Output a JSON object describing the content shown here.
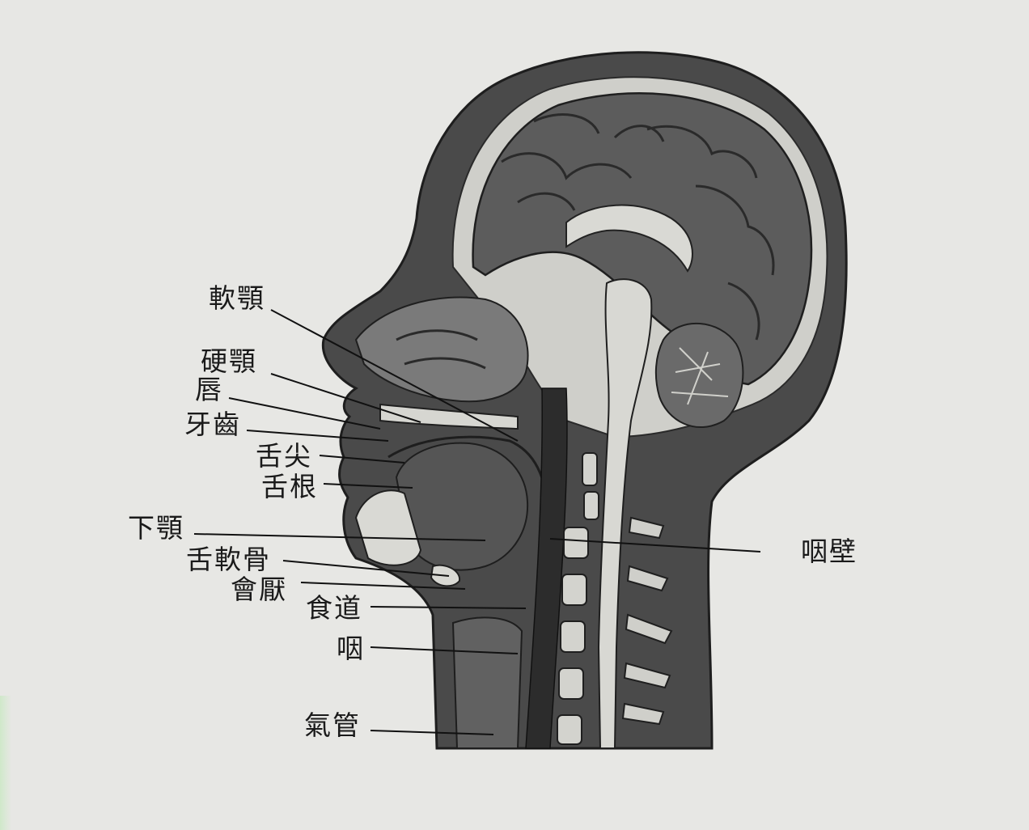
{
  "labels": {
    "soft_palate": "軟顎",
    "hard_palate": "硬顎",
    "lip": "唇",
    "teeth": "牙齒",
    "tongue_tip": "舌尖",
    "tongue_root": "舌根",
    "lower_jaw": "下顎",
    "hyoid": "舌軟骨",
    "epiglottis": "會厭",
    "esophagus": "食道",
    "pharynx": "咽",
    "trachea": "氣管",
    "pharyngeal_wall": "咽壁"
  },
  "colors": {
    "background": "#e7e7e4",
    "ink": "#1a1a1a",
    "dark_tissue": "#3a3a3a",
    "mid_tissue": "#6e6e6e",
    "light_tissue": "#c9c9c5"
  }
}
